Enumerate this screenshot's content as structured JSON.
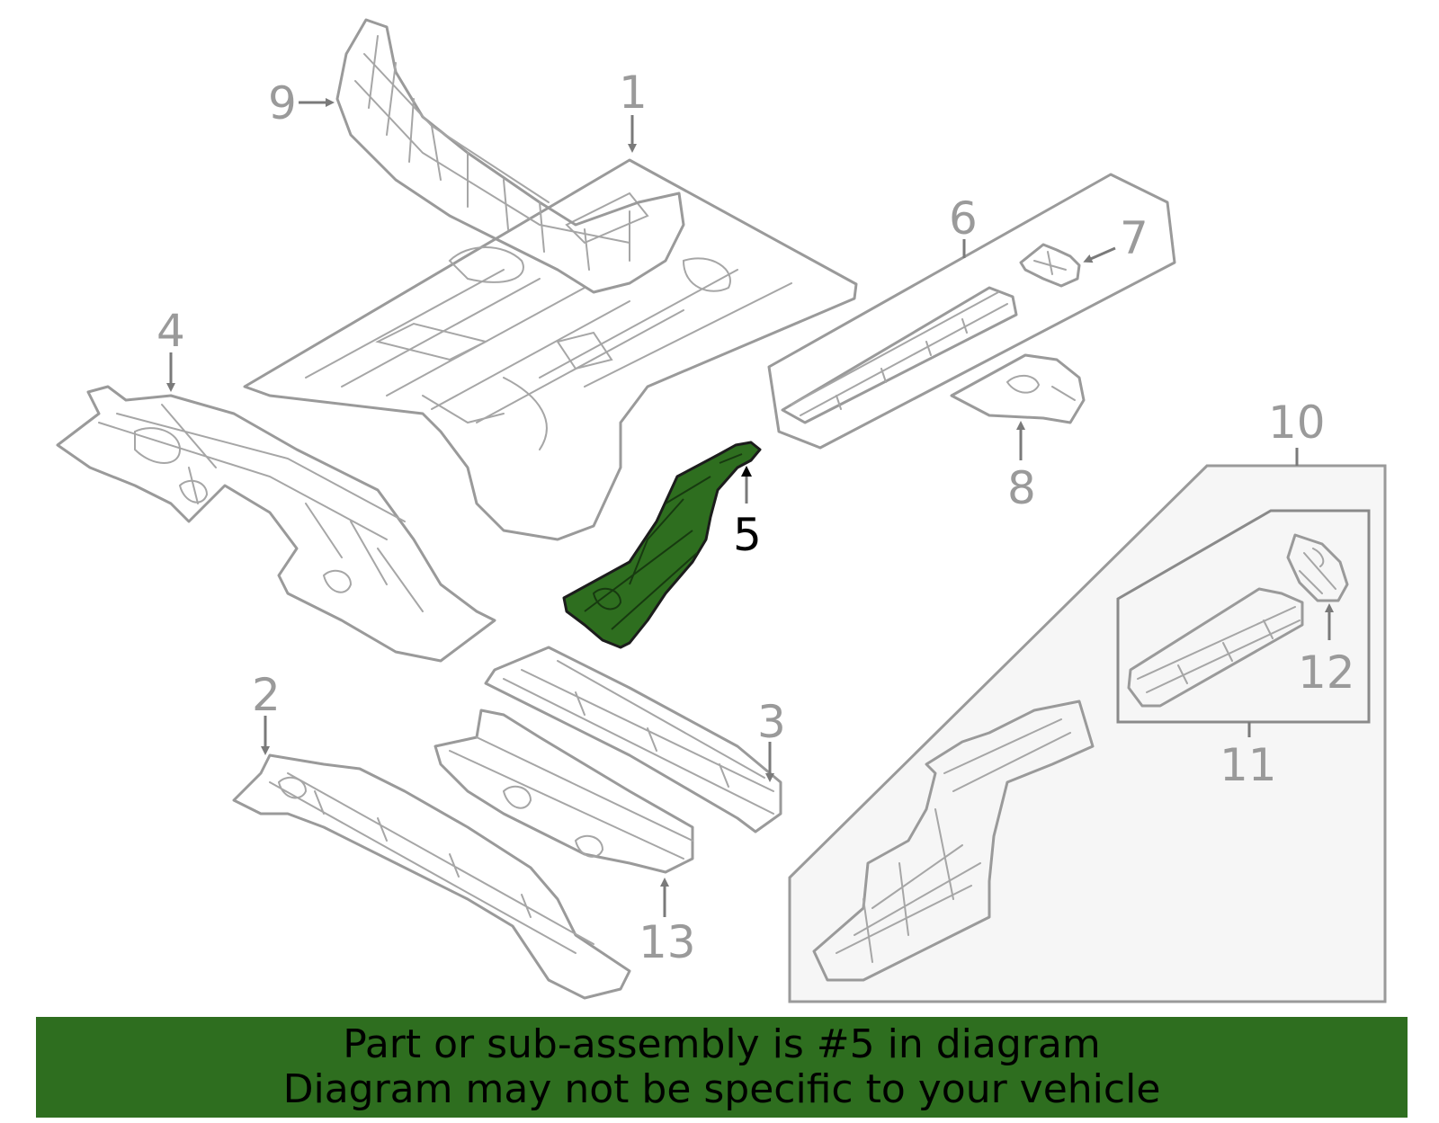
{
  "diagram": {
    "highlighted_part": "5",
    "highlight_color": "#2e6e1f",
    "outline_color": "#9a9a9a",
    "callouts": {
      "c1": "1",
      "c2": "2",
      "c3": "3",
      "c4": "4",
      "c5": "5",
      "c6": "6",
      "c7": "7",
      "c8": "8",
      "c9": "9",
      "c10": "10",
      "c11": "11",
      "c12": "12",
      "c13": "13"
    }
  },
  "banner": {
    "line1": "Part or sub-assembly is #5 in diagram",
    "line2": "Diagram may not be specific to your vehicle",
    "background": "#2e6e1f"
  }
}
